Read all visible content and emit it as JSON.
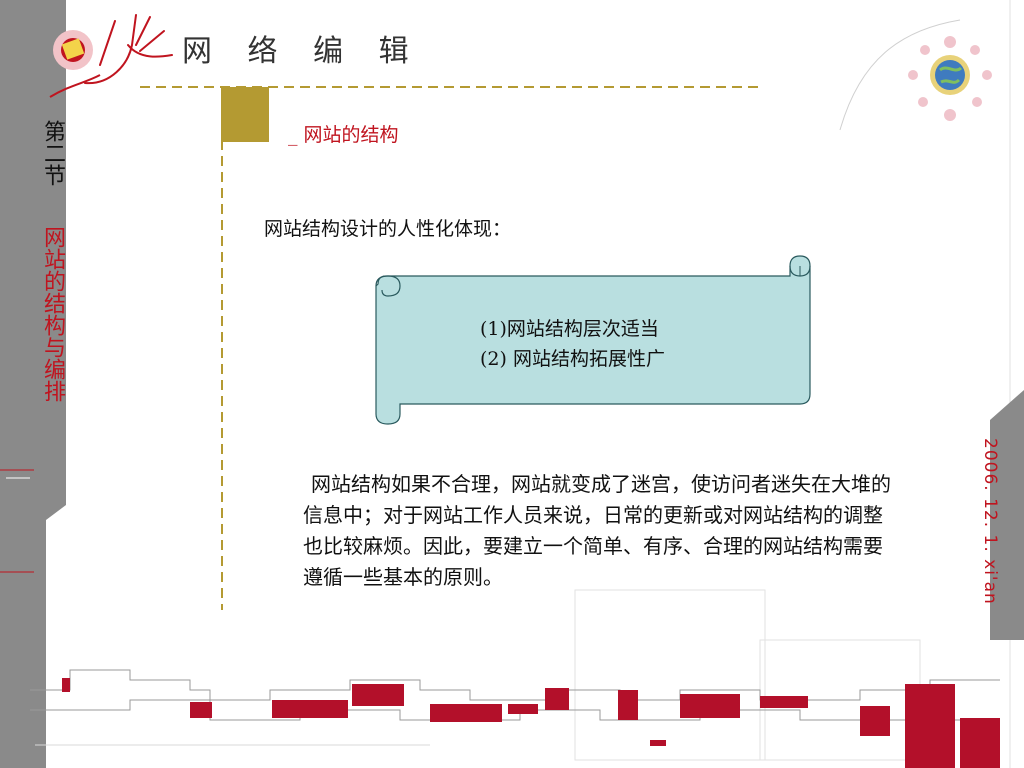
{
  "header": {
    "title": "网 络 编 辑"
  },
  "sidebar": {
    "section_number": "第二节",
    "section_name": "网站的结构与编排"
  },
  "slide": {
    "subtitle": "_ 网站的结构",
    "intro": "网站结构设计的人性化体现：",
    "scroll_items": [
      "(1)网站结构层次适当",
      "(2) 网站结构拓展性广"
    ],
    "paragraph": "网站结构如果不合理，网站就变成了迷宫，使访问者迷失在大堆的信息中；对于网站工作人员来说，日常的更新或对网站结构的调整也比较麻烦。因此，要建立一个简单、有序、合理的网站结构需要遵循一些基本的原则。",
    "date": "2006. 12. 1. xi'an"
  },
  "colors": {
    "accent_red": "#c0141f",
    "gold": "#b49a32",
    "scroll_fill": "#b9dfe0",
    "band_gray": "#888888"
  }
}
